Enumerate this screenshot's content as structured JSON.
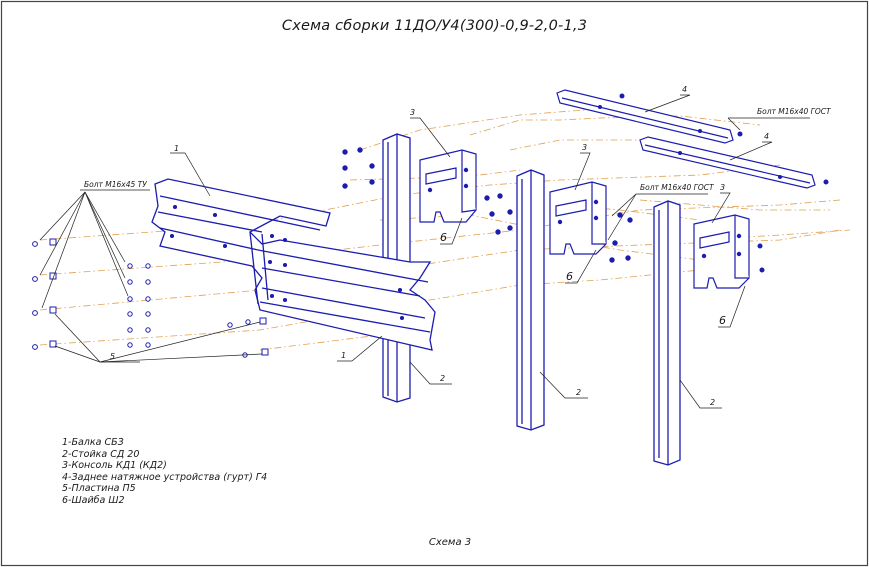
{
  "title": "Схема сборки 11ДО/У4(300)-0,9-2,0-1,3",
  "caption": "Схема 3",
  "callouts": {
    "bolt_m16x45": "Болт М16х45 ТУ",
    "bolt_m16x40_right": "Болт М16х40 ГОСТ",
    "bolt_m16x40_mid": "Болт М16х40 ГОСТ",
    "n1_top": "1",
    "n1_bottom": "1",
    "n2_a": "2",
    "n2_b": "2",
    "n2_c": "2",
    "n3_a": "3",
    "n3_b": "3",
    "n3_c": "3",
    "n4_a": "4",
    "n4_b": "4",
    "n5": "5",
    "n6_a": "6",
    "n6_b": "6",
    "n6_c": "6"
  },
  "legend": [
    "1-Балка СБЗ",
    "2-Стойка СД 20",
    "3-Консоль КД1 (КД2)",
    "4-Заднее натяжное устройства (гурт) Г4",
    "5-Пластина П5",
    "6-Шайба Ш2"
  ],
  "colors": {
    "part_stroke": "#1c1cb0",
    "part_fill": "#ffffff",
    "assembly_lines": "#e0a050",
    "leader_lines": "#222222",
    "border": "#444444"
  }
}
